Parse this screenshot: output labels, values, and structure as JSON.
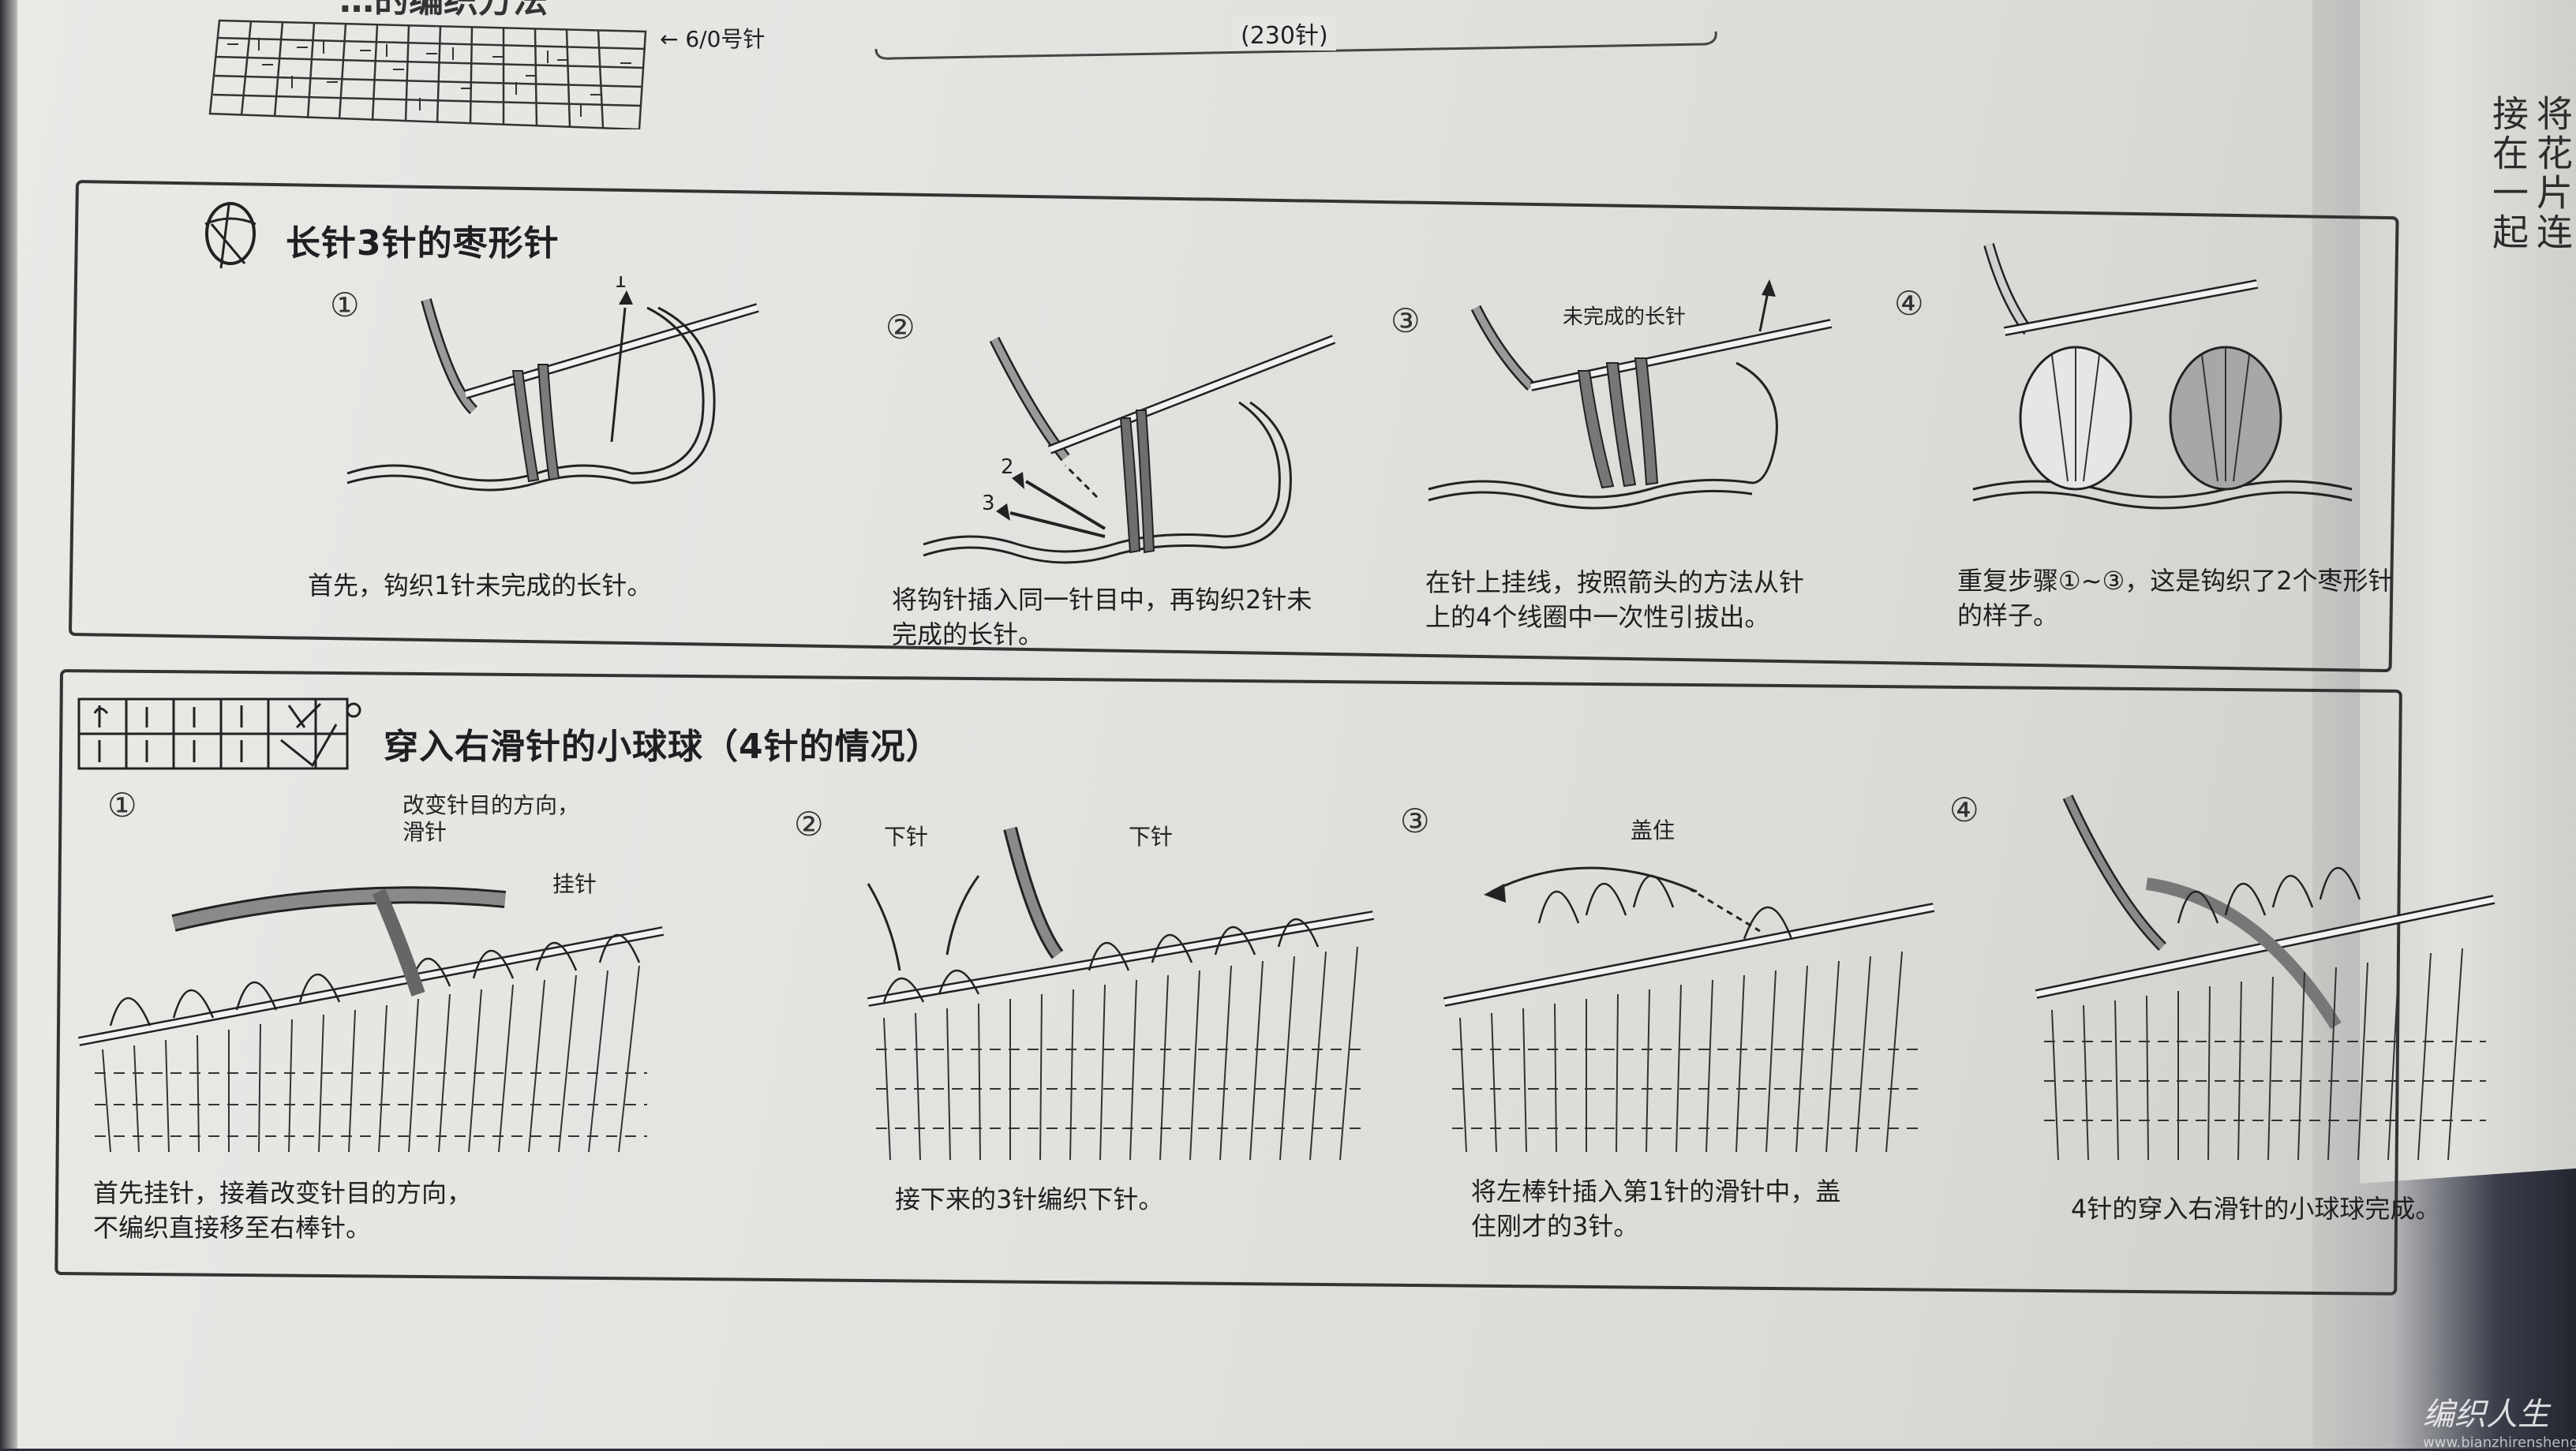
{
  "top": {
    "heading_fragment": "…的编织方法",
    "needle_label": "← 6/0号针",
    "count_label": "(230针)"
  },
  "section1": {
    "title": "长针3针的枣形针",
    "steps": [
      {
        "num": "①",
        "caption": "首先，钩织1针未完成的长针。",
        "annotations": {
          "arrow": "1"
        }
      },
      {
        "num": "②",
        "caption": "将钩针插入同一针目中，再钩织2针未\n完成的长针。",
        "annotations": {
          "arrow2": "2",
          "arrow3": "3"
        }
      },
      {
        "num": "③",
        "caption": "在针上挂线，按照箭头的方法从针\n上的4个线圈中一次性引拔出。",
        "annotations": {
          "label": "未完成的长针"
        }
      },
      {
        "num": "④",
        "caption": "重复步骤①~③，这是钩织了2个枣形针\n的样子。"
      }
    ]
  },
  "section2": {
    "title": "穿入右滑针的小球球（4针的情况）",
    "steps": [
      {
        "num": "①",
        "caption": "首先挂针，接着改变针目的方向，\n不编织直接移至右棒针。",
        "annotations": {
          "slip": "改变针目的方向，\n滑针",
          "yo": "挂针"
        }
      },
      {
        "num": "②",
        "caption": "接下来的3针编织下针。",
        "annotations": {
          "k1": "下针",
          "k2": "下针"
        }
      },
      {
        "num": "③",
        "caption": "将左棒针插入第1针的滑针中，盖\n住刚才的3针。",
        "annotations": {
          "cover": "盖住"
        }
      },
      {
        "num": "④",
        "caption": "4针的穿入右滑针的小球球完成。"
      }
    ]
  },
  "next_page": {
    "lines": [
      "将花片连",
      "接在一起"
    ]
  },
  "watermark": {
    "text": "编织人生",
    "url": "www.bianzhirensheng.com"
  },
  "colors": {
    "yarn_dark": "#6c6c6c",
    "yarn_light": "#d8d8d8",
    "ink": "#222222"
  }
}
